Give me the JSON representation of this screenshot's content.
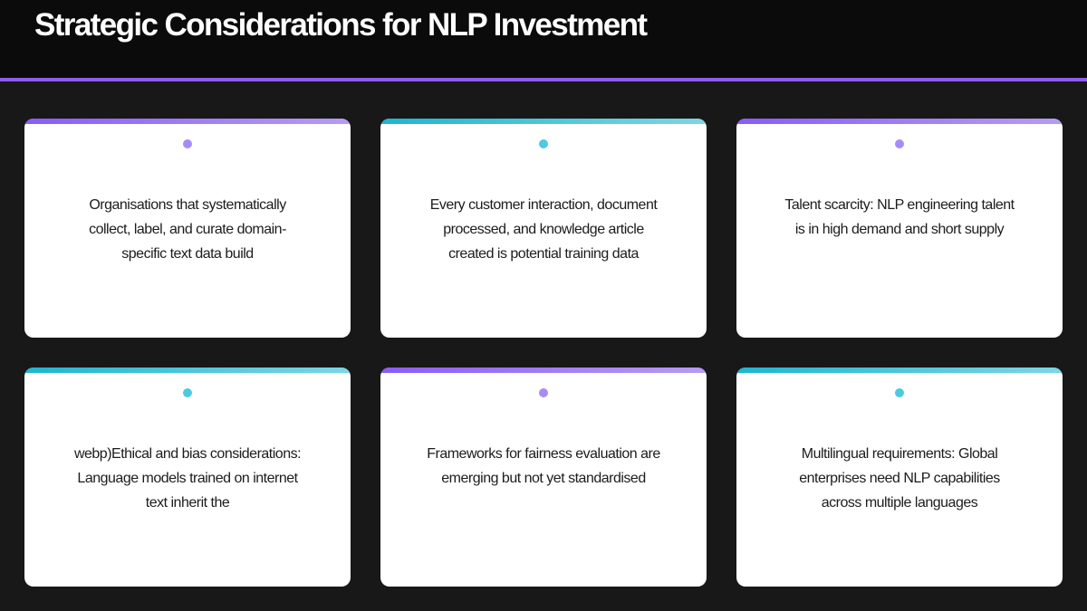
{
  "slide": {
    "title": "Strategic Considerations for NLP Investment",
    "colors": {
      "header_bg": "#0b0b0b",
      "page_bg": "#181818",
      "accent_rule": "#8b5cf6",
      "purple_accent": "#a78bfa",
      "cyan_accent": "#4ec9e1",
      "card_bg": "#ffffff",
      "card_text": "#1c1c1c"
    }
  },
  "cards": [
    {
      "accent": "purple",
      "icon": "dot-icon",
      "text": "Organisations that systematically collect, label, and curate domain-specific text data build"
    },
    {
      "accent": "cyan",
      "icon": "dot-icon",
      "text": "Every customer interaction, document processed, and knowledge article created is potential training data"
    },
    {
      "accent": "purple",
      "icon": "dot-icon",
      "text": "Talent scarcity: NLP engineering talent is in high demand and short supply"
    },
    {
      "accent": "cyan",
      "icon": "dot-icon",
      "text": "webp)Ethical and bias considerations: Language models trained on internet text inherit the"
    },
    {
      "accent": "purple",
      "icon": "dot-icon",
      "text": "Frameworks for fairness evaluation are emerging but not yet standardised"
    },
    {
      "accent": "cyan",
      "icon": "dot-icon",
      "text": "Multilingual requirements: Global enterprises need NLP capabilities across multiple languages"
    }
  ]
}
